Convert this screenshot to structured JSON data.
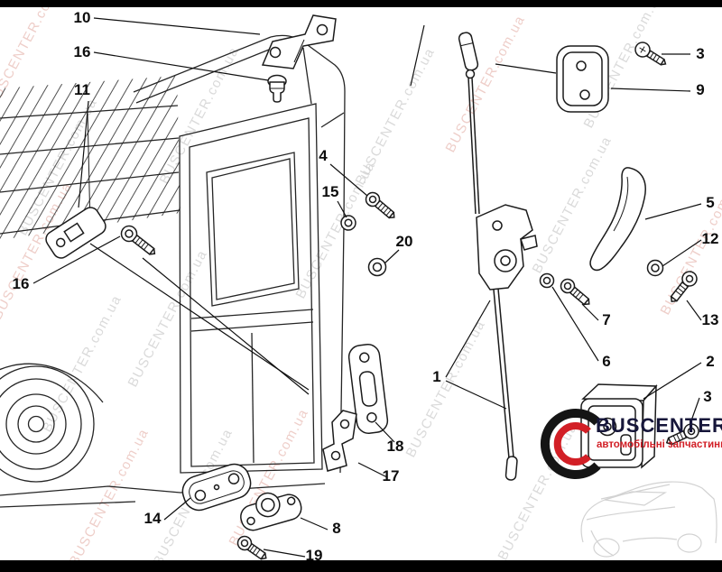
{
  "watermark": {
    "text": "BUSCENTER.com.ua",
    "gray_color": "#c7c7c7",
    "red_color": "#e6b5ad"
  },
  "logo": {
    "name": "BUSCENTER",
    "tagline": "автомобільні запчастини",
    "accent": "#d21f26",
    "text_color": "#16163a"
  },
  "bars": {
    "color": "#000000"
  },
  "callouts": [
    {
      "label": "10"
    },
    {
      "label": "16"
    },
    {
      "label": "11"
    },
    {
      "label": "4"
    },
    {
      "label": "15"
    },
    {
      "label": "20"
    },
    {
      "label": "16"
    },
    {
      "label": "1"
    },
    {
      "label": "18"
    },
    {
      "label": "17"
    },
    {
      "label": "14"
    },
    {
      "label": "8"
    },
    {
      "label": "19"
    },
    {
      "label": "7"
    },
    {
      "label": "6"
    },
    {
      "label": "2"
    },
    {
      "label": "3"
    },
    {
      "label": "9"
    },
    {
      "label": "5"
    },
    {
      "label": "12"
    },
    {
      "label": "13"
    },
    {
      "label": "3"
    }
  ]
}
